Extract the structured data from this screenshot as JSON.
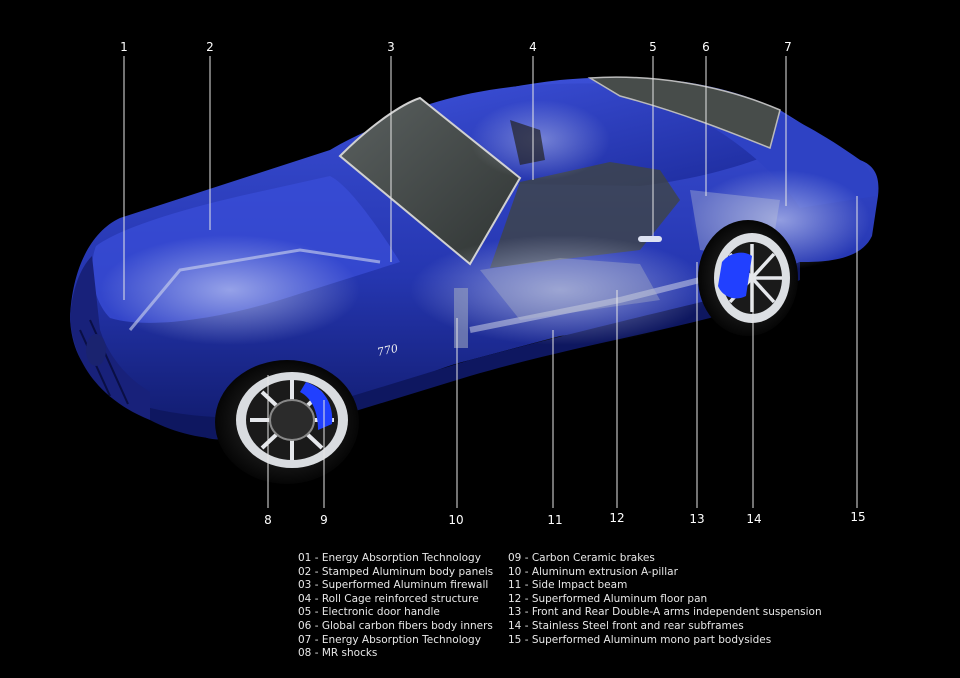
{
  "callouts": [
    {
      "n": "1"
    },
    {
      "n": "2"
    },
    {
      "n": "3"
    },
    {
      "n": "4"
    },
    {
      "n": "5"
    },
    {
      "n": "6"
    },
    {
      "n": "7"
    },
    {
      "n": "8"
    },
    {
      "n": "9"
    },
    {
      "n": "10"
    },
    {
      "n": "11"
    },
    {
      "n": "12"
    },
    {
      "n": "13"
    },
    {
      "n": "14"
    },
    {
      "n": "15"
    }
  ],
  "badge": "770",
  "legend": {
    "left": [
      "01 - Energy Absorption Technology",
      "02 - Stamped Aluminum body panels",
      "03 - Superformed Aluminum firewall",
      "04 - Roll Cage reinforced structure",
      "05 - Electronic door handle",
      "06 - Global carbon fibers body inners",
      "07 - Energy Absorption Technology",
      "08 - MR shocks"
    ],
    "right": [
      "09 - Carbon Ceramic brakes",
      "10 - Aluminum extrusion A-pillar",
      "11 - Side Impact beam",
      "12 - Superformed Aluminum floor pan",
      "13 - Front and Rear Double-A arms independent suspension",
      "14 - Stainless Steel front and rear subframes",
      "15 - Superformed Aluminum mono part bodysides"
    ]
  },
  "colors": {
    "background": "#000000",
    "body": "#2a3bb8",
    "body_dark": "#141f73",
    "caliper": "#1f3cff",
    "text": "#e8e8e8"
  }
}
